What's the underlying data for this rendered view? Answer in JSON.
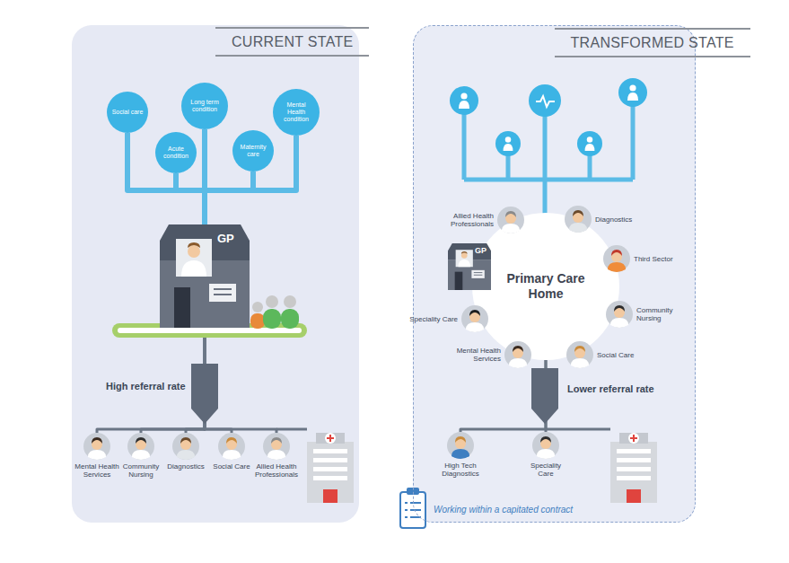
{
  "diagram": {
    "nodes": [
      {
        "text": [
          "CURRENT STATE"
        ]
      },
      {
        "text": [
          "Social care"
        ],
        "in": 0
      },
      {
        "text": [
          "Acute condition"
        ],
        "in": 0
      },
      {
        "text": [
          "Long term condition"
        ],
        "in": 0
      },
      {
        "text": [
          "Maternity care"
        ],
        "in": 0
      },
      {
        "text": [
          "Mental Health condition"
        ],
        "in": 0
      },
      {
        "text": [
          "GP"
        ],
        "in": 0
      },
      {
        "text": [
          "Mental Health Services"
        ],
        "in": 0
      },
      {
        "text": [
          "Community Nursing"
        ],
        "in": 0
      },
      {
        "text": [
          "Diagnostics"
        ],
        "in": 0
      },
      {
        "text": [
          "Social Care"
        ],
        "in": 0
      },
      {
        "text": [
          "Allied Health Professionals"
        ],
        "in": 0
      },
      {
        "text": [
          "TRANSFORMED STATE"
        ]
      },
      {
        "text": [
          "Primary Care Home"
        ],
        "in": 12
      },
      {
        "text": [
          "GP"
        ],
        "in": 12
      },
      {
        "text": [
          "Allied Health Professionals"
        ],
        "in": 12
      },
      {
        "text": [
          "Diagnostics"
        ],
        "in": 12
      },
      {
        "text": [
          "Third Sector"
        ],
        "in": 12
      },
      {
        "text": [
          "Community Nursing"
        ],
        "in": 12
      },
      {
        "text": [
          "Social Care"
        ],
        "in": 12
      },
      {
        "text": [
          "Mental Health Services"
        ],
        "in": 12
      },
      {
        "text": [
          "Speciality Care"
        ],
        "in": 12
      },
      {
        "text": [
          "High Tech Diagnostics"
        ],
        "in": 12
      },
      {
        "text": [
          "Speciality Care"
        ],
        "in": 12
      }
    ],
    "edges": [
      {
        "from": 1,
        "to": 6,
        "arrow": "none"
      },
      {
        "from": 2,
        "to": 6,
        "arrow": "none"
      },
      {
        "from": 3,
        "to": 6,
        "arrow": "none"
      },
      {
        "from": 4,
        "to": 6,
        "arrow": "none"
      },
      {
        "from": 5,
        "to": 6,
        "arrow": "none"
      },
      {
        "from": 6,
        "to": 7,
        "arrow": "none"
      },
      {
        "from": 6,
        "to": 8,
        "arrow": "none"
      },
      {
        "from": 6,
        "to": 9,
        "arrow": "none"
      },
      {
        "from": 6,
        "to": 10,
        "arrow": "none"
      },
      {
        "from": 6,
        "to": 11,
        "arrow": "none"
      },
      {
        "from": 13,
        "to": 22,
        "arrow": "none"
      },
      {
        "from": 13,
        "to": 23,
        "arrow": "none"
      }
    ],
    "labels": [
      "High referral rate",
      "Lower referral rate",
      "Working within a capitated contract"
    ]
  }
}
